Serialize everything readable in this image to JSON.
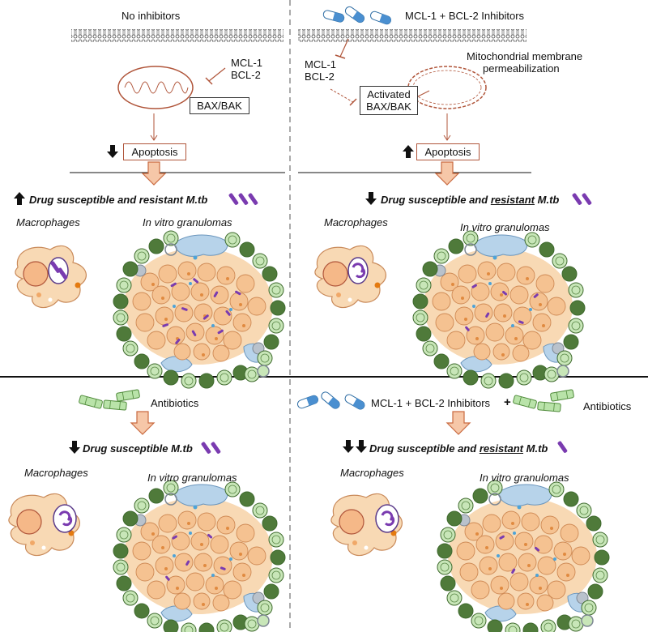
{
  "panels": {
    "top_left": {
      "condition": "No inhibitors",
      "inhibitor_labels": [
        "MCL-1",
        "BCL-2"
      ],
      "target": "BAX/BAK",
      "outcome": "Apoptosis",
      "outcome_direction": "down",
      "result_prefix": "Drug susceptible and resistant M.tb",
      "result_direction": "up",
      "macrophage_label": "Macrophages",
      "granuloma_label": "In vitro granulomas"
    },
    "top_right": {
      "condition": "MCL-1 + BCL-2 Inhibitors",
      "inhibitor_labels": [
        "MCL-1",
        "BCL-2"
      ],
      "note_line1": "Mitochondrial membrane",
      "note_line2": "permeabilization",
      "target_line1": "Activated",
      "target_line2": "BAX/BAK",
      "outcome": "Apoptosis",
      "outcome_direction": "up",
      "result_part1": "Drug susceptible and ",
      "result_part2": "resistant",
      "result_part3": " M.tb",
      "result_direction": "down",
      "macrophage_label": "Macrophages",
      "granuloma_label": "In vitro granulomas"
    },
    "bottom_left": {
      "condition": "Antibiotics",
      "result": "Drug susceptible M.tb",
      "result_direction": "down",
      "macrophage_label": "Macrophages",
      "granuloma_label": "In vitro granulomas"
    },
    "bottom_right": {
      "condition1": "MCL-1 + BCL-2 Inhibitors",
      "plus": "+",
      "condition2": "Antibiotics",
      "result_part1": "Drug susceptible and ",
      "result_part2": "resistant",
      "result_part3": " M.tb",
      "result_direction": "double-down",
      "macrophage_label": "Macrophages",
      "granuloma_label": "In vitro granulomas"
    }
  },
  "colors": {
    "cell_fill": "#f8d9b4",
    "cell_stroke": "#e0a070",
    "mito_stroke": "#b0553a",
    "bacteria": "#7a3bb0",
    "capsule_blue": "#4a8fd0",
    "capsule_green": "#8fd08f",
    "outer_dark_green": "#4f7a3a",
    "outer_light_green": "#c8e6b8",
    "fibroblast_blue": "#b7d3ea",
    "arrow_fill": "#f6c7a8",
    "arrow_stroke": "#c96a40"
  }
}
